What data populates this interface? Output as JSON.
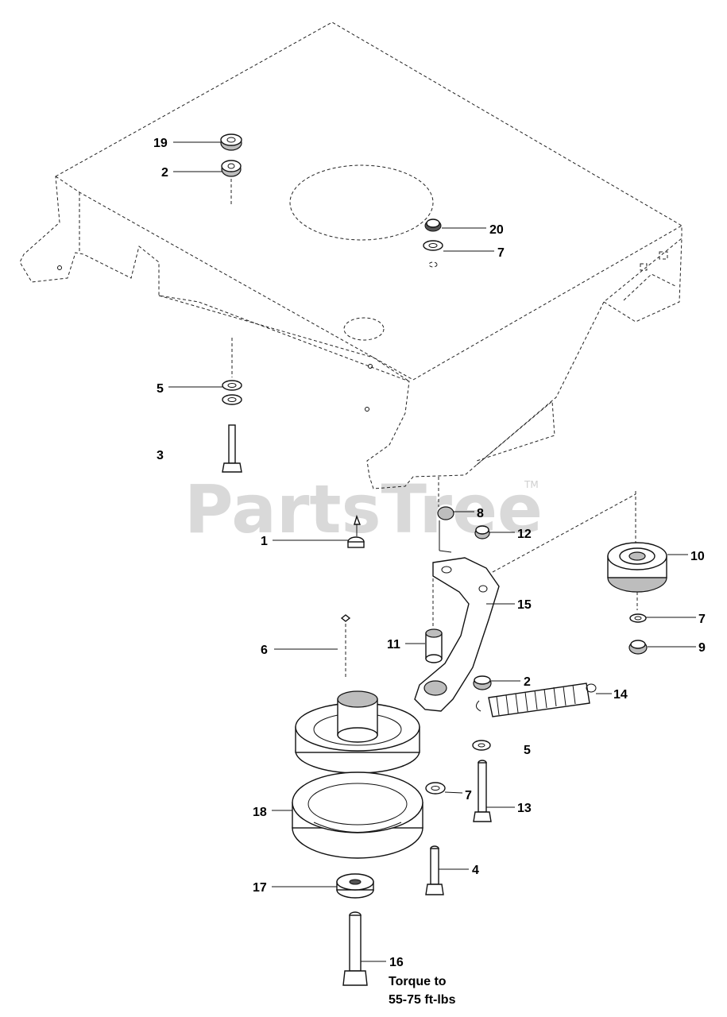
{
  "watermark": {
    "text": "PartsTree",
    "trademark": "TM"
  },
  "callouts": {
    "c19": "19",
    "c2a": "2",
    "c20": "20",
    "c7a": "7",
    "c5a": "5",
    "c3": "3",
    "c8": "8",
    "c12": "12",
    "c1": "1",
    "c10": "10",
    "c15": "15",
    "c7b": "7",
    "c6": "6",
    "c11": "11",
    "c9": "9",
    "c2b": "2",
    "c14": "14",
    "c5b": "5",
    "c7c": "7",
    "c18": "18",
    "c13": "13",
    "c4": "4",
    "c17": "17",
    "c16": "16"
  },
  "torque_note": {
    "line1": "Torque to",
    "line2": "55-75 ft-lbs"
  }
}
